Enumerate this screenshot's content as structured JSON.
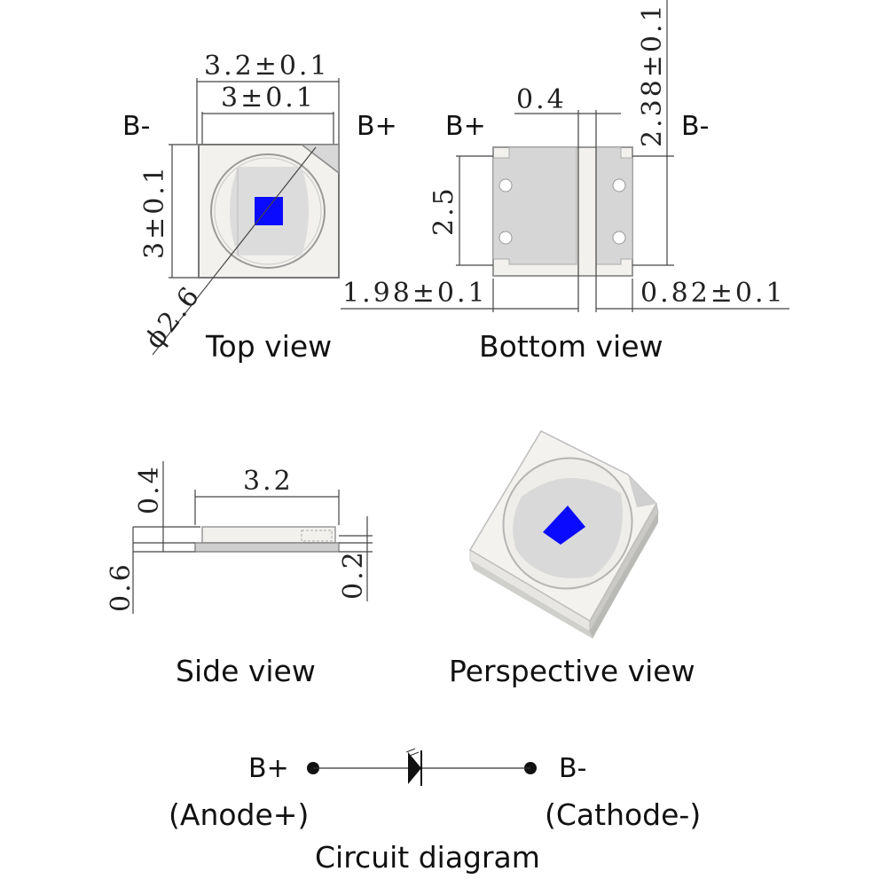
{
  "top_view": {
    "caption": "Top view",
    "pin_left": "B-",
    "pin_right": "B+",
    "dim_outer_width": "3.2±0.1",
    "dim_inner_width": "3±0.1",
    "dim_height": "3±0.1",
    "dim_diameter": "ϕ2.6"
  },
  "bottom_view": {
    "caption": "Bottom view",
    "pin_left": "B+",
    "pin_right": "B-",
    "dim_gap": "0.4",
    "dim_height": "2.5",
    "dim_total_height": "2.38±0.1",
    "dim_left_pad": "1.98±0.1",
    "dim_right_pad": "0.82±0.1"
  },
  "side_view": {
    "caption": "Side view",
    "dim_width": "3.2",
    "dim_lens": "0.4",
    "dim_total": "0.6",
    "dim_base": "0.2"
  },
  "perspective_view": {
    "caption": "Perspective view"
  },
  "circuit": {
    "caption": "Circuit diagram",
    "left_pin": "B+",
    "left_note": "(Anode+)",
    "right_pin": "B-",
    "right_note": "(Cathode-)"
  },
  "colors": {
    "chip": "#0a0aff",
    "body": "#f2f0ec",
    "lens": "#dcdcdc"
  }
}
